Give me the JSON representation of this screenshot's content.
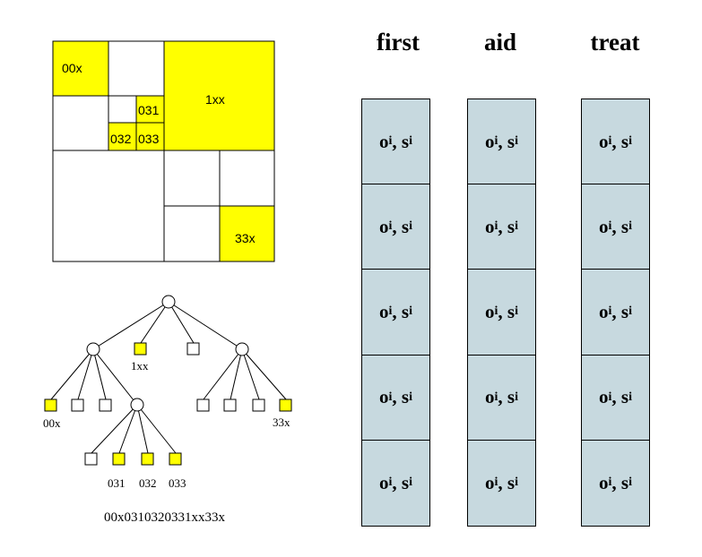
{
  "quadtree": {
    "labels": {
      "q00x": "00x",
      "q1xx": "1xx",
      "q031": "031",
      "q032": "032",
      "q033": "033",
      "q33x": "33x"
    }
  },
  "tree": {
    "labels": {
      "n1xx": "1xx",
      "n00x": "00x",
      "n33x": "33x",
      "n031": "031",
      "n032": "032",
      "n033": "033"
    },
    "code": "00x0310320331xx33x"
  },
  "columns": [
    {
      "title": "first",
      "cells": [
        "o",
        "o",
        "o",
        "o",
        "o"
      ]
    },
    {
      "title": "aid",
      "cells": [
        "o",
        "o",
        "o",
        "o",
        "o"
      ]
    },
    {
      "title": "treat",
      "cells": [
        "o",
        "o",
        "o",
        "o",
        "o"
      ]
    }
  ],
  "cell_text": {
    "o": "o",
    "sub": "i",
    "sep": ", ",
    "s": "s"
  },
  "colors": {
    "highlight": "#ffff00",
    "cell_fill": "#c7d9df",
    "line": "#000000"
  }
}
